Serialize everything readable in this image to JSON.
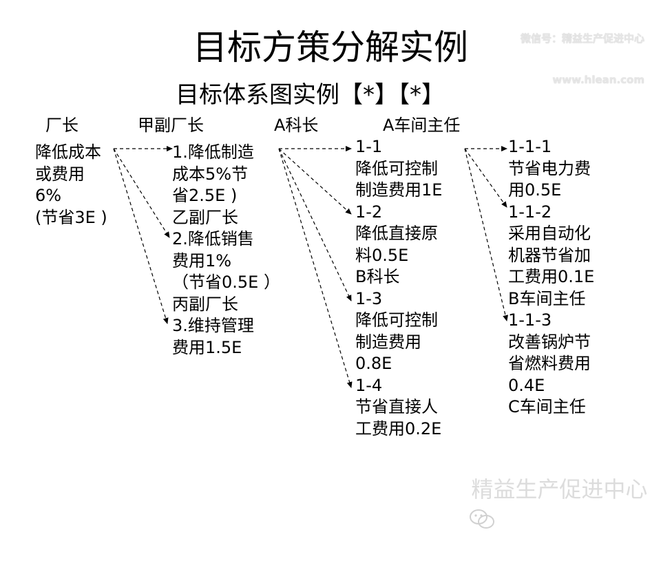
{
  "title": "目标方策分解实例",
  "subtitle": "目标体系图实例【*】【*】",
  "watermark": {
    "line1": "微信号：精益生产促进中心",
    "line2": "www.hlean.com",
    "bottom": "精益生产促进中心",
    "bottom_icon": "wechat-logo"
  },
  "headers": [
    "厂长",
    "甲副厂长",
    "A科长",
    "A车间主任"
  ],
  "columns": {
    "col1": [
      "降低成本",
      "或费用",
      "6%",
      "(节省3E )"
    ],
    "col2": [
      "1.降低制造",
      "成本5%节",
      "省2.5E )",
      "乙副厂长",
      "2.降低销售",
      "费用1%",
      "（节省0.5E ）",
      "丙副厂长",
      "3.维持管理",
      "费用1.5E"
    ],
    "col3": [
      "1-1",
      "降低可控制",
      "制造费用1E",
      "1-2",
      "降低直接原",
      "料0.5E",
      "B科长",
      "1-3",
      "降低可控制",
      "制造费用",
      "0.8E",
      "1-4",
      "节省直接人",
      "工费用0.2E"
    ],
    "col4": [
      "1-1-1",
      "节省电力费",
      "用0.5E",
      "1-1-2",
      "采用自动化",
      "机器节省加",
      "工费用0.1E",
      "B车间主任",
      "1-1-3",
      "改善锅炉节",
      "省燃料费用",
      "0.4E",
      "C车间主任"
    ]
  },
  "colors": {
    "arrow": "#000000",
    "watermark": "#dcdcdc"
  }
}
